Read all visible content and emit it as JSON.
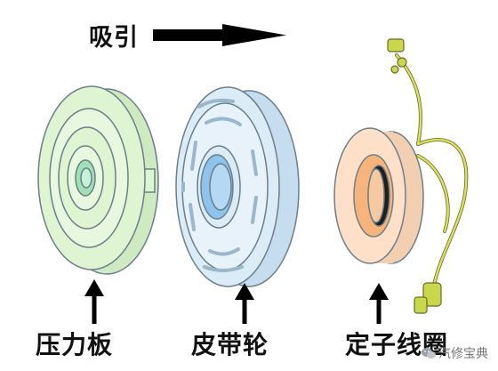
{
  "labels": {
    "attract": "吸引",
    "pressure_plate": "压力板",
    "pulley": "皮带轮",
    "stator_coil": "定子线圈"
  },
  "watermark": {
    "text": "汽修宝典"
  },
  "colors": {
    "pressure_plate": "#dff5d2",
    "pressure_plate_center": "#9fe0b4",
    "pulley": "#dcecf7",
    "pulley_center": "#8ec3ec",
    "stator_coil": "#fde0c7",
    "stator_core": "#f7b47a",
    "wire": "#c9d84a",
    "outline": "#6b7f8a",
    "arrow": "#000000"
  }
}
